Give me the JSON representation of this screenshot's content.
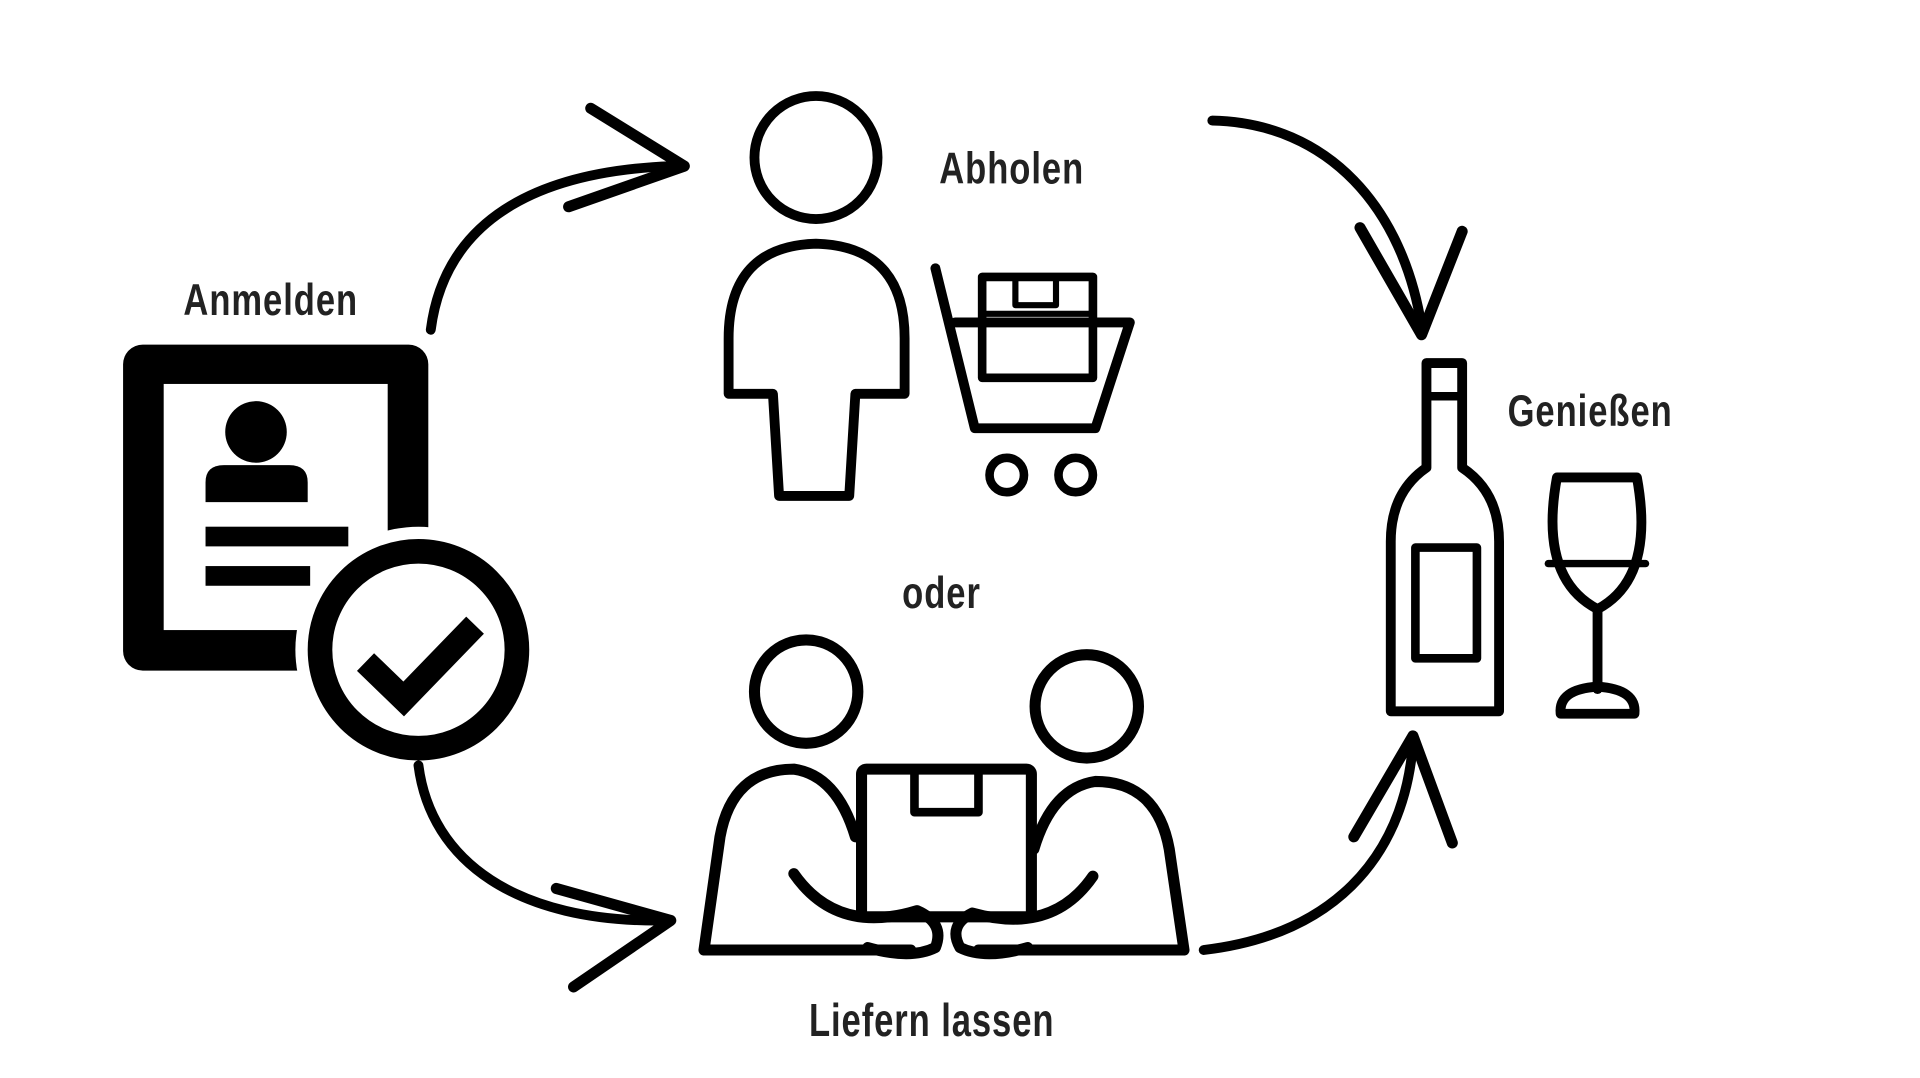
{
  "steps": {
    "register": {
      "label": "Anmelden",
      "icon": "id-card-check-icon"
    },
    "pickup": {
      "label": "Abholen",
      "icon": "person-cart-icon"
    },
    "or": {
      "label": "oder"
    },
    "delivery": {
      "label": "Liefern lassen",
      "icon": "delivery-handover-icon"
    },
    "enjoy": {
      "label": "Genießen",
      "icon": "wine-bottle-glass-icon"
    }
  },
  "colors": {
    "ink": "#000000",
    "label": "#222222",
    "background": "#ffffff"
  }
}
